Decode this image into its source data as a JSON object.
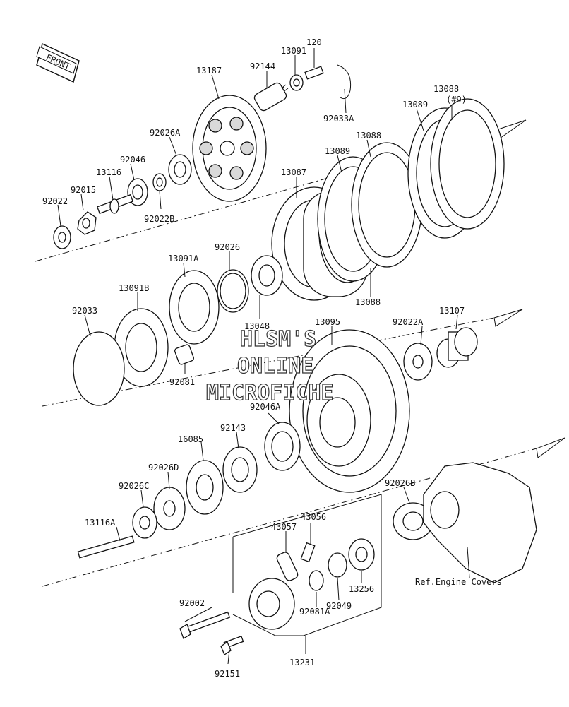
{
  "front_badge": "FRONT",
  "watermark": [
    "HLSM'S",
    "ONLINE",
    "MICROFICHE"
  ],
  "ref_note": "Ref.Engine Covers",
  "parts": {
    "p120": "120",
    "p13091": "13091",
    "p92144": "92144",
    "p13187": "13187",
    "p92033A": "92033A",
    "p13088_9_num": "13088",
    "p13088_9_qty": "(#9)",
    "p13089_a": "13089",
    "p13088_b": "13088",
    "p13089_b": "13089",
    "p13087": "13087",
    "p13088_c": "13088",
    "p92026A": "92026A",
    "p92046": "92046",
    "p13116": "13116",
    "p92015": "92015",
    "p92022": "92022",
    "p92022B": "92022B",
    "p13091A": "13091A",
    "p92026": "92026",
    "p13091B": "13091B",
    "p92033": "92033",
    "p13048": "13048",
    "p13095": "13095",
    "p92022A": "92022A",
    "p13107": "13107",
    "p92081": "92081",
    "p92046A": "92046A",
    "p92143": "92143",
    "p16085": "16085",
    "p92026D": "92026D",
    "p92026C": "92026C",
    "p13116A": "13116A",
    "p92026B": "92026B",
    "p43056": "43056",
    "p43057": "43057",
    "p13256": "13256",
    "p92049": "92049",
    "p92081A": "92081A",
    "p92002": "92002",
    "p92151": "92151",
    "p13231": "13231"
  }
}
